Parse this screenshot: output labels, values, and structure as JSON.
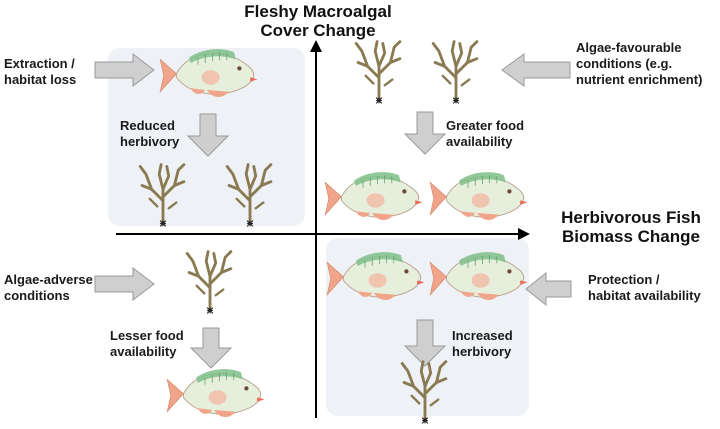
{
  "axes": {
    "y_title": "Fleshy Macroalgal\nCover Change",
    "x_title": "Herbivorous Fish\nBiomass Change"
  },
  "labels": {
    "extraction": "Extraction /\nhabitat loss",
    "reduced_herbivory": "Reduced\nherbivory",
    "algae_favourable": "Algae-favourable\nconditions (e.g.\nnutrient enrichment)",
    "greater_food": "Greater food\navailability",
    "algae_adverse": "Algae-adverse\nconditions",
    "lesser_food": "Lesser food\navailability",
    "protection": "Protection /\nhabitat availability",
    "increased_herbivory": "Increased\nherbivory"
  },
  "colors": {
    "panel": "#eef1f5",
    "arrow_fill": "#cfcfcf",
    "arrow_stroke": "#9a9a9a",
    "fish_body": "#e6eedc",
    "fish_scale": "#7fc08a",
    "fish_fin": "#f0a58a",
    "algae": "#8a7a52"
  }
}
